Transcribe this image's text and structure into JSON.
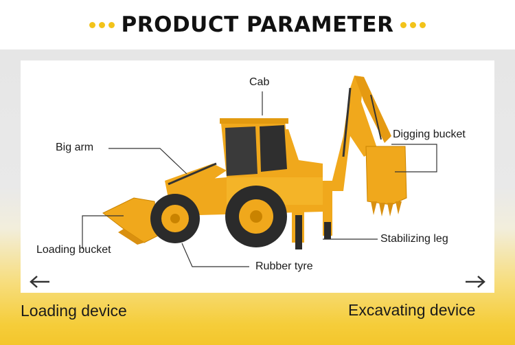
{
  "header": {
    "title": "PRODUCT PARAMETER"
  },
  "labels": {
    "cab": "Cab",
    "big_arm": "Big arm",
    "digging_bucket": "Digging bucket",
    "loading_bucket": "Loading bucket",
    "stabilizing_leg": "Stabilizing leg",
    "rubber_tyre": "Rubber tyre"
  },
  "footer": {
    "left": "Loading device",
    "right": "Excavating device"
  },
  "icons": {
    "left": "arrow-left-icon",
    "right": "arrow-right-icon"
  },
  "colors": {
    "accent": "#f2c31a",
    "machine_body": "#f0a81c",
    "machine_dark": "#2b2b2b"
  }
}
